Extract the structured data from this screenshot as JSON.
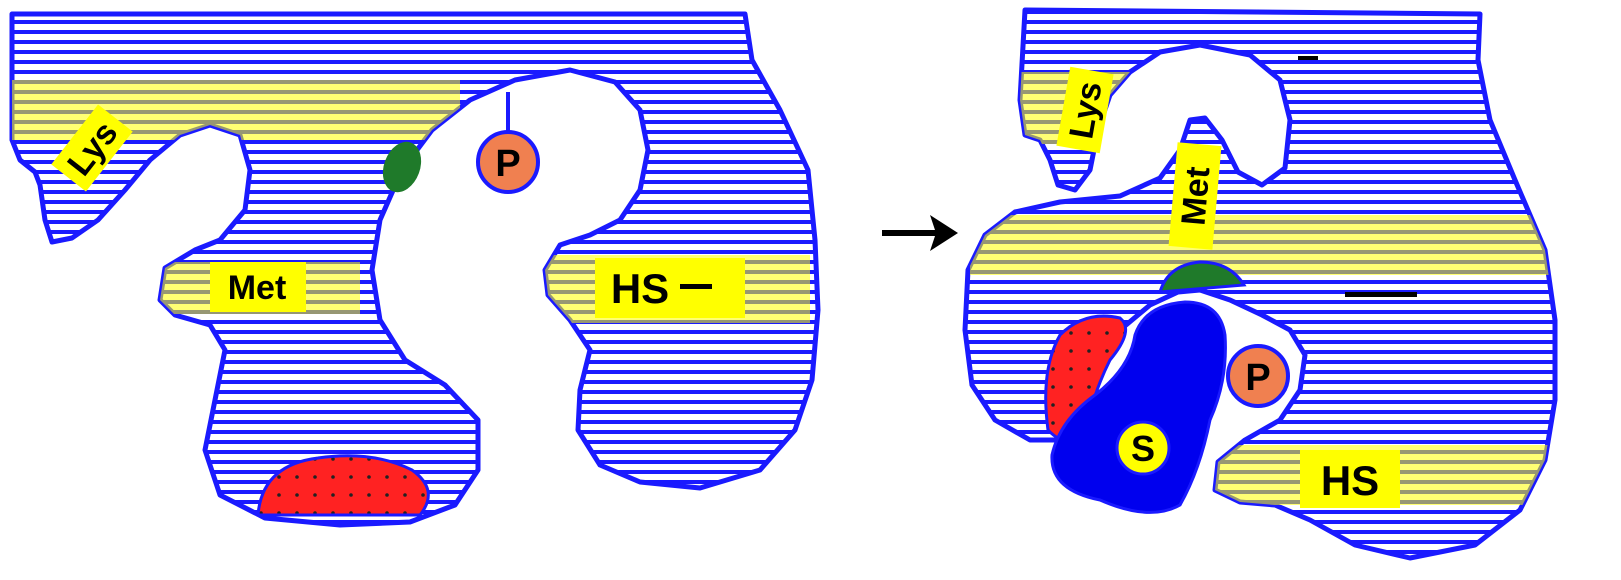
{
  "diagram": {
    "left_panel": {
      "labels": {
        "lys": "Lys",
        "met": "Met",
        "hs": "HS",
        "p": "P"
      }
    },
    "arrow": "→",
    "right_panel": {
      "labels": {
        "lys": "Lys",
        "met": "Met",
        "hs": "HS",
        "p": "P",
        "s": "S"
      }
    }
  },
  "colors": {
    "outline": "#1a1aff",
    "hatch_lines": "#1a1aff",
    "highlight_yellow": "#ffff00",
    "red_site": "#ff2222",
    "green_site": "#1f7a2a",
    "p_ball": "#f08050",
    "substrate_blue": "#0000ee",
    "s_ball": "#ffff00"
  }
}
